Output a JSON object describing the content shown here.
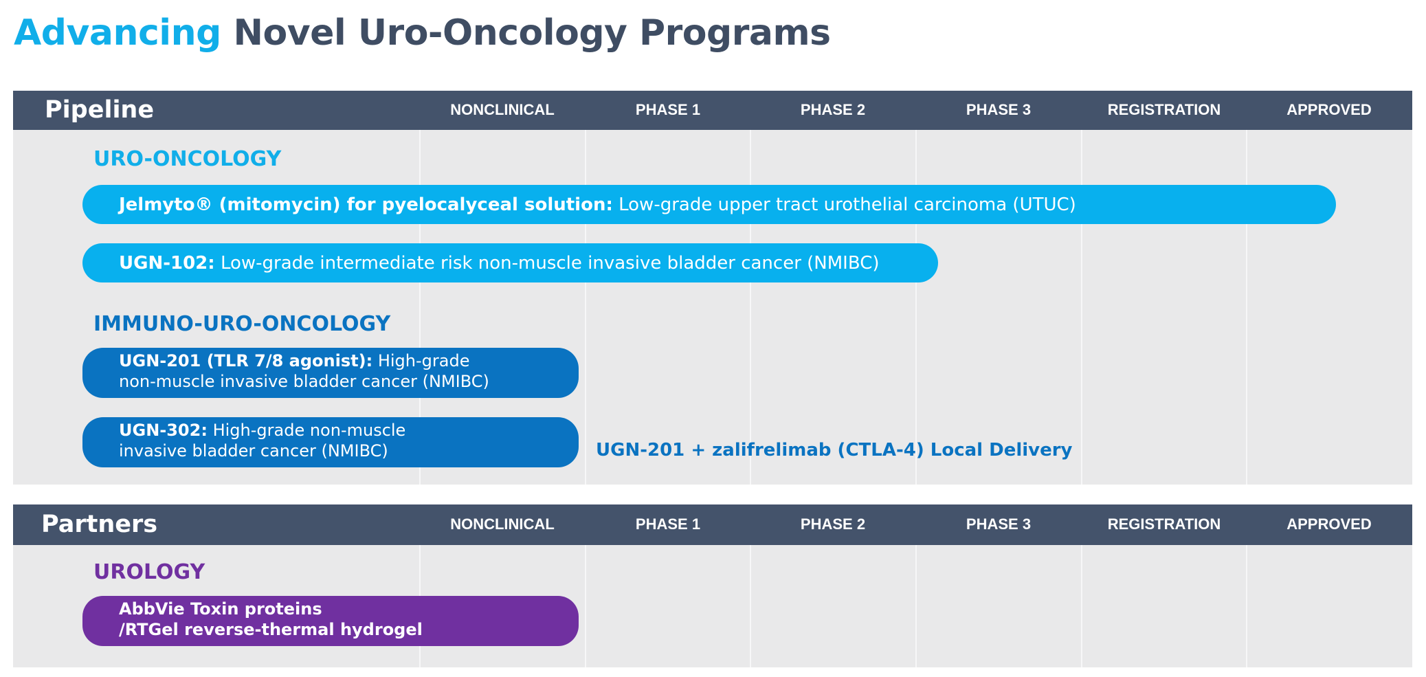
{
  "title": {
    "accent": "Advancing",
    "rest": "Novel Uro-Oncology Programs"
  },
  "colors": {
    "header_bg": "#44536b",
    "body_bg": "#e9e9ea",
    "uro_oncology": "#08b0ee",
    "immuno_uro_oncology": "#0a73c1",
    "urology": "#7030a0"
  },
  "pipeline": {
    "header": "Pipeline",
    "phases": [
      "NONCLINICAL",
      "PHASE 1",
      "PHASE 2",
      "PHASE 3",
      "REGISTRATION",
      "APPROVED"
    ],
    "categories": [
      {
        "label": "URO-ONCOLOGY",
        "programs": [
          {
            "name": "Jelmyto® (mitomycin) for pyelocalyceal solution:",
            "indication": "Low-grade upper tract urothelial carcinoma (UTUC)",
            "stage": "APPROVED"
          },
          {
            "name": "UGN-102:",
            "indication": "Low-grade intermediate risk non-muscle invasive bladder cancer (NMIBC)",
            "stage": "PHASE 3"
          }
        ]
      },
      {
        "label": "IMMUNO-URO-ONCOLOGY",
        "programs": [
          {
            "name": "UGN-201 (TLR 7/8 agonist):",
            "indication_line1": "High-grade",
            "indication_line2": "non-muscle invasive bladder cancer (NMIBC)",
            "stage": "NONCLINICAL"
          },
          {
            "name": "UGN-302:",
            "indication_line1": "High-grade non-muscle",
            "indication_line2": "invasive bladder cancer (NMIBC)",
            "stage": "NONCLINICAL"
          }
        ],
        "note": "UGN-201 + zalifrelimab (CTLA-4) Local Delivery"
      }
    ]
  },
  "partners": {
    "header": "Partners",
    "phases": [
      "NONCLINICAL",
      "PHASE 1",
      "PHASE 2",
      "PHASE 3",
      "REGISTRATION",
      "APPROVED"
    ],
    "categories": [
      {
        "label": "UROLOGY",
        "programs": [
          {
            "line1": "AbbVie Toxin proteins",
            "line2": "/RTGel reverse-thermal hydrogel",
            "stage": "NONCLINICAL"
          }
        ]
      }
    ]
  }
}
